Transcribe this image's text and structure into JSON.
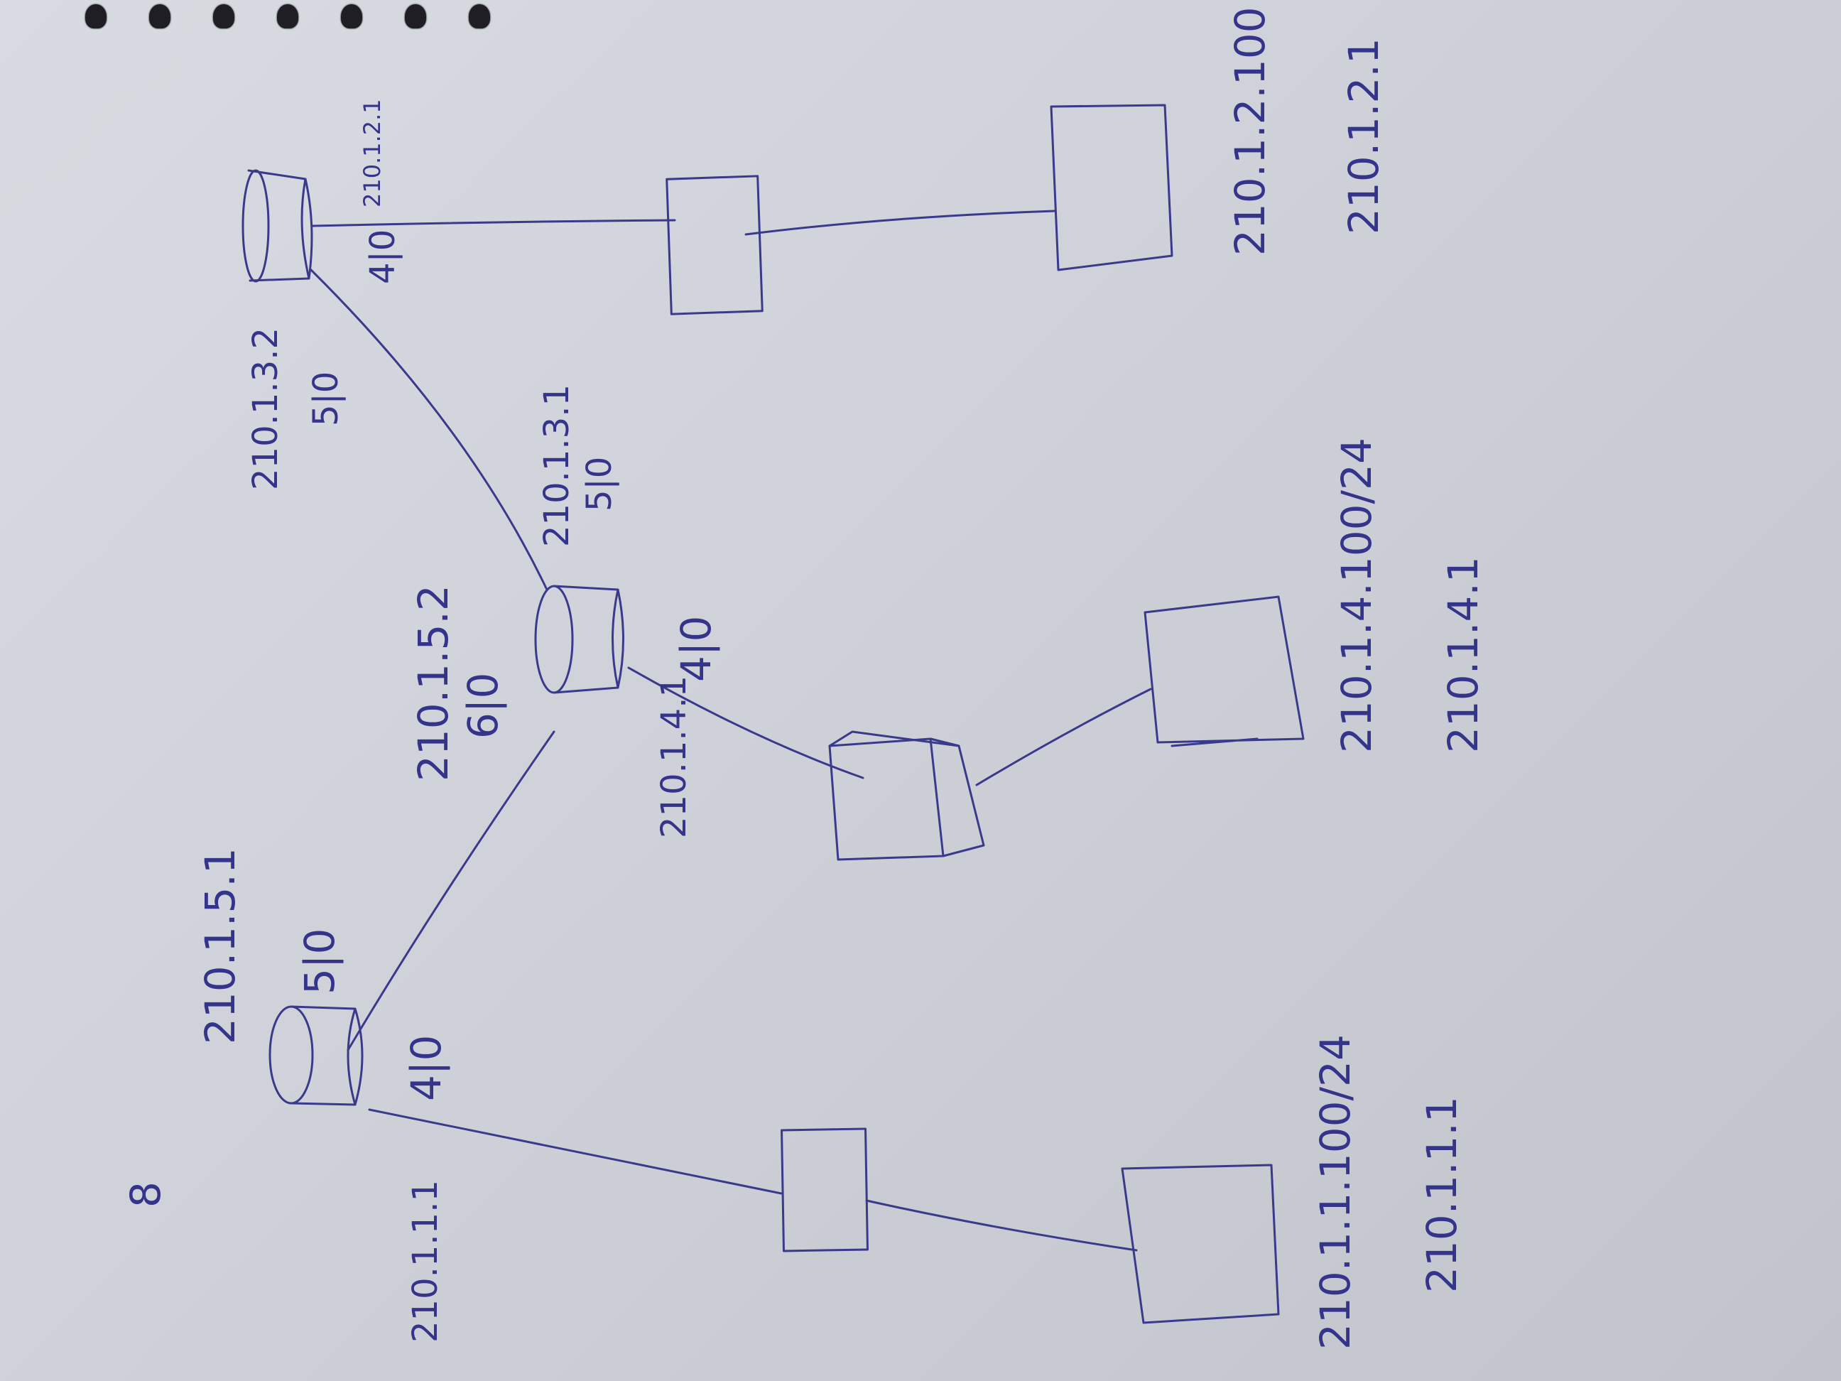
{
  "page_number": "8",
  "colors": {
    "ink": "#3a3a8c",
    "paper": "#d4d6de"
  },
  "labels": {
    "r1_s0_ip": "210.1.5.1",
    "r1_s0_if": "5|0",
    "r1_f0_if": "4|0",
    "r1_f0_ip": "210.1.1.1",
    "r2_s1_ip": "210.1.5.2",
    "r2_s1_if": "6|0",
    "r2_s0_ip": "210.1.3.1",
    "r2_s0_if": "5|0",
    "r2_f0_if": "4|0",
    "r2_f0_ip": "210.1.4.1",
    "r3_s0_ip": "210.1.3.2",
    "r3_s0_if": "5|0",
    "r3_f0_if": "4|0",
    "r3_f0_ip": "210.1.2.1",
    "pc1_ip": "210.1.1.100/24",
    "pc1_gw": "210.1.1.1",
    "pc2_ip": "210.1.4.100/24",
    "pc2_gw": "210.1.4.1",
    "pc3_ip": "210.1.2.100",
    "pc3_gw": "210.1.2.1"
  },
  "devices": {
    "router_1": "router-icon",
    "router_2": "router-icon",
    "router_3": "router-icon",
    "switch_1": "switch-icon",
    "switch_2": "switch-icon",
    "switch_3": "switch-icon",
    "pc_1": "pc-icon",
    "pc_2": "pc-icon",
    "pc_3": "pc-icon"
  }
}
